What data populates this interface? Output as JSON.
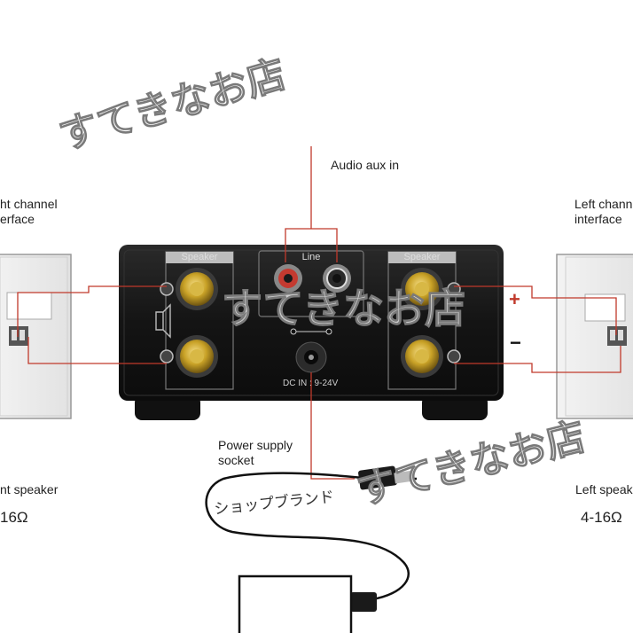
{
  "labels": {
    "audio_aux_in": "Audio aux in",
    "right_channel": "ht channel\nerface",
    "left_channel": "Left chann\ninterface",
    "power_supply": "Power supply\nsocket",
    "right_speaker": "nt speaker",
    "left_speaker": "Left speak",
    "right_impedance": "16Ω",
    "left_impedance": "4-16Ω"
  },
  "panel": {
    "speaker_left": "Speaker",
    "line": "Line",
    "speaker_right": "Speaker",
    "dc_in": "DC IN : 9-24V"
  },
  "polarity": {
    "plus": "+",
    "minus": "−"
  },
  "watermarks": {
    "top": "すてきなお店",
    "center": "すてきなお店",
    "bottom": "すてきなお店",
    "shop_name": "ショップブランド"
  },
  "colors": {
    "amp_body": "#151515",
    "wire_red": "#c0392b",
    "plus_red": "#c0392b",
    "gold": "#c9a227"
  }
}
